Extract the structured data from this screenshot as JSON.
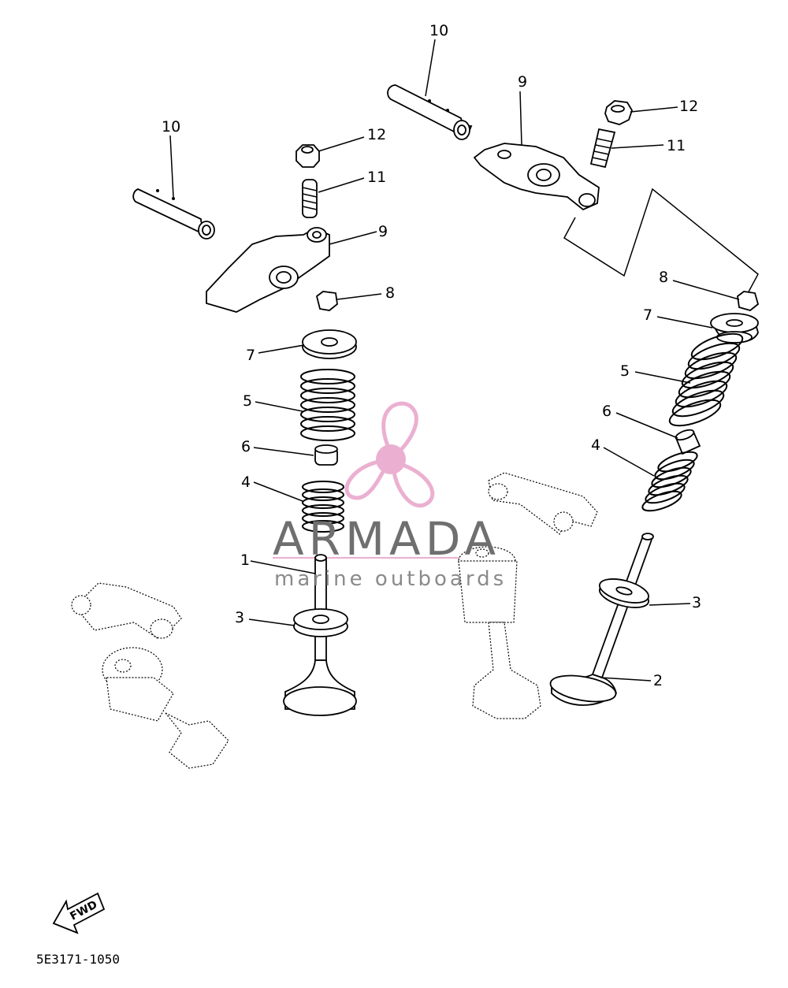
{
  "labels": {
    "n1": "1",
    "n2": "2",
    "n3a": "3",
    "n3b": "3",
    "n4a": "4",
    "n4b": "4",
    "n5a": "5",
    "n5b": "5",
    "n6a": "6",
    "n6b": "6",
    "n7a": "7",
    "n7b": "7",
    "n8a": "8",
    "n8b": "8",
    "n9a": "9",
    "n9b": "9",
    "n10a": "10",
    "n10b": "10",
    "n11a": "11",
    "n11b": "11",
    "n12a": "12",
    "n12b": "12"
  },
  "watermark": {
    "title": "ARMADA",
    "subtitle": "marine outboards",
    "accent_color": "#e8a3c9"
  },
  "fwd_label": "FWD",
  "diagram_code": "5E3171-1050"
}
